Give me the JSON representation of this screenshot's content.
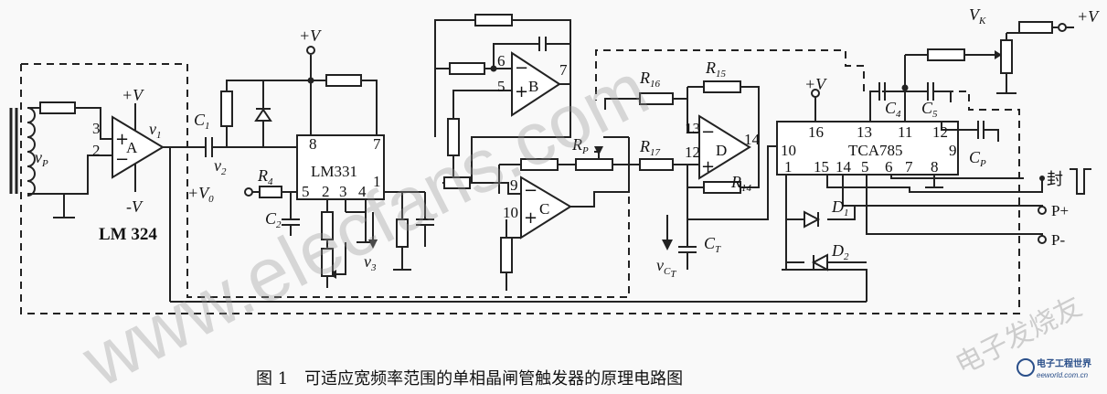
{
  "caption": "图 1　可适应宽频率范围的单相晶闸管触发器的原理电路图",
  "watermark": {
    "site": "www.elecfans.com",
    "cn": "电子发烧友",
    "logo_cn": "电子工程世界",
    "logo_url": "eeworld.com.cn"
  },
  "power": {
    "vcc": "+V",
    "vee": "-V",
    "vk": "V",
    "vk_sub": "K"
  },
  "chips": {
    "a": {
      "label": "A",
      "part": "LM 324",
      "pin3": "3",
      "pin2": "2",
      "out": "v",
      "out_sub": "1"
    },
    "b": {
      "label": "B",
      "pin6": "6",
      "pin5": "5",
      "pin7": "7"
    },
    "c": {
      "label": "C",
      "pin9": "9",
      "pin10": "10"
    },
    "d": {
      "label": "D",
      "pin13": "13",
      "pin12": "12",
      "pin14": "14"
    },
    "lm331": {
      "label": "LM331",
      "p8": "8",
      "p7": "7",
      "p5": "5",
      "p2": "2",
      "p3": "3",
      "p4": "4",
      "p1": "1"
    },
    "tca": {
      "label": "TCA785",
      "p16": "16",
      "p13": "13",
      "p11": "11",
      "p12": "12",
      "p10": "10",
      "p9": "9",
      "p1": "1",
      "p15": "15",
      "p14": "14",
      "p5": "5",
      "p6": "6",
      "p7": "7",
      "p8": "8"
    }
  },
  "components": {
    "c1": "C",
    "c1_sub": "1",
    "c2": "C",
    "c2_sub": "2",
    "r4": "R",
    "r4_sub": "4",
    "rp": "R",
    "rp_sub": "P",
    "r16": "R",
    "r16_sub": "16",
    "r15": "R",
    "r15_sub": "15",
    "r17": "R",
    "r17_sub": "17",
    "r14": "R",
    "r14_sub": "14",
    "ct": "C",
    "ct_sub": "T",
    "c4": "C",
    "c4_sub": "4",
    "c5": "C",
    "c5_sub": "5",
    "cp": "C",
    "cp_sub": "P",
    "d1": "D",
    "d1_sub": "1",
    "d2": "D",
    "d2_sub": "2"
  },
  "signals": {
    "vp": "v",
    "vp_sub": "P",
    "v2": "v",
    "v2_sub": "2",
    "v0": "+V",
    "v0_sub": "0",
    "v3": "v",
    "v3_sub": "3",
    "vct": "v",
    "vct_sub": "C",
    "vct_sub2": "T"
  },
  "outputs": {
    "block": "封",
    "pplus": "P+",
    "pminus": "P-"
  }
}
